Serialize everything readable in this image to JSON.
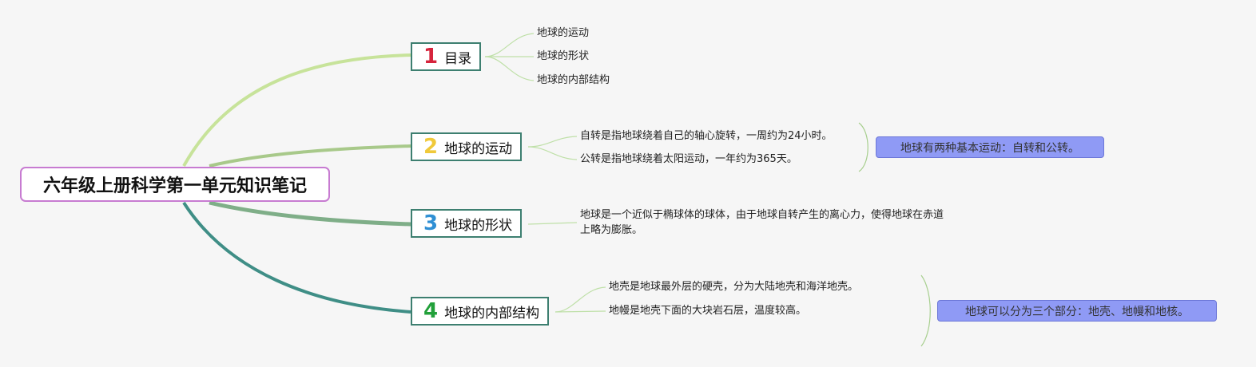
{
  "root": {
    "title": "六年级上册科学第一单元知识笔记"
  },
  "branches": [
    {
      "num": "1",
      "num_color": "#d6243c",
      "label": "目录",
      "children": [
        "地球的运动",
        "地球的形状",
        "地球的内部结构"
      ]
    },
    {
      "num": "2",
      "num_color": "#f0c93a",
      "label": "地球的运动",
      "children": [
        "自转是指地球绕着自己的轴心旋转，一周约为24小时。",
        "公转是指地球绕着太阳运动，一年约为365天。"
      ],
      "summary": "地球有两种基本运动：自转和公转。"
    },
    {
      "num": "3",
      "num_color": "#2f8fd4",
      "label": "地球的形状",
      "children": [
        "地球是一个近似于椭球体的球体，由于地球自转产生的离心力，使得地球在赤道",
        "上略为膨胀。"
      ]
    },
    {
      "num": "4",
      "num_color": "#22a03a",
      "label": "地球的内部结构",
      "children": [
        "地壳是地球最外层的硬壳，分为大陆地壳和海洋地壳。",
        "地幔是地壳下面的大块岩石层，温度较高。"
      ],
      "summary": "地球可以分为三个部分：地壳、地幔和地核。"
    }
  ],
  "colors": {
    "branch1": "#c7e39a",
    "branch2": "#a8c98a",
    "branch3": "#7fae88",
    "branch4": "#3f8e86",
    "leaf_line": "#bfe0a8",
    "brace": "#a7cf8e"
  }
}
